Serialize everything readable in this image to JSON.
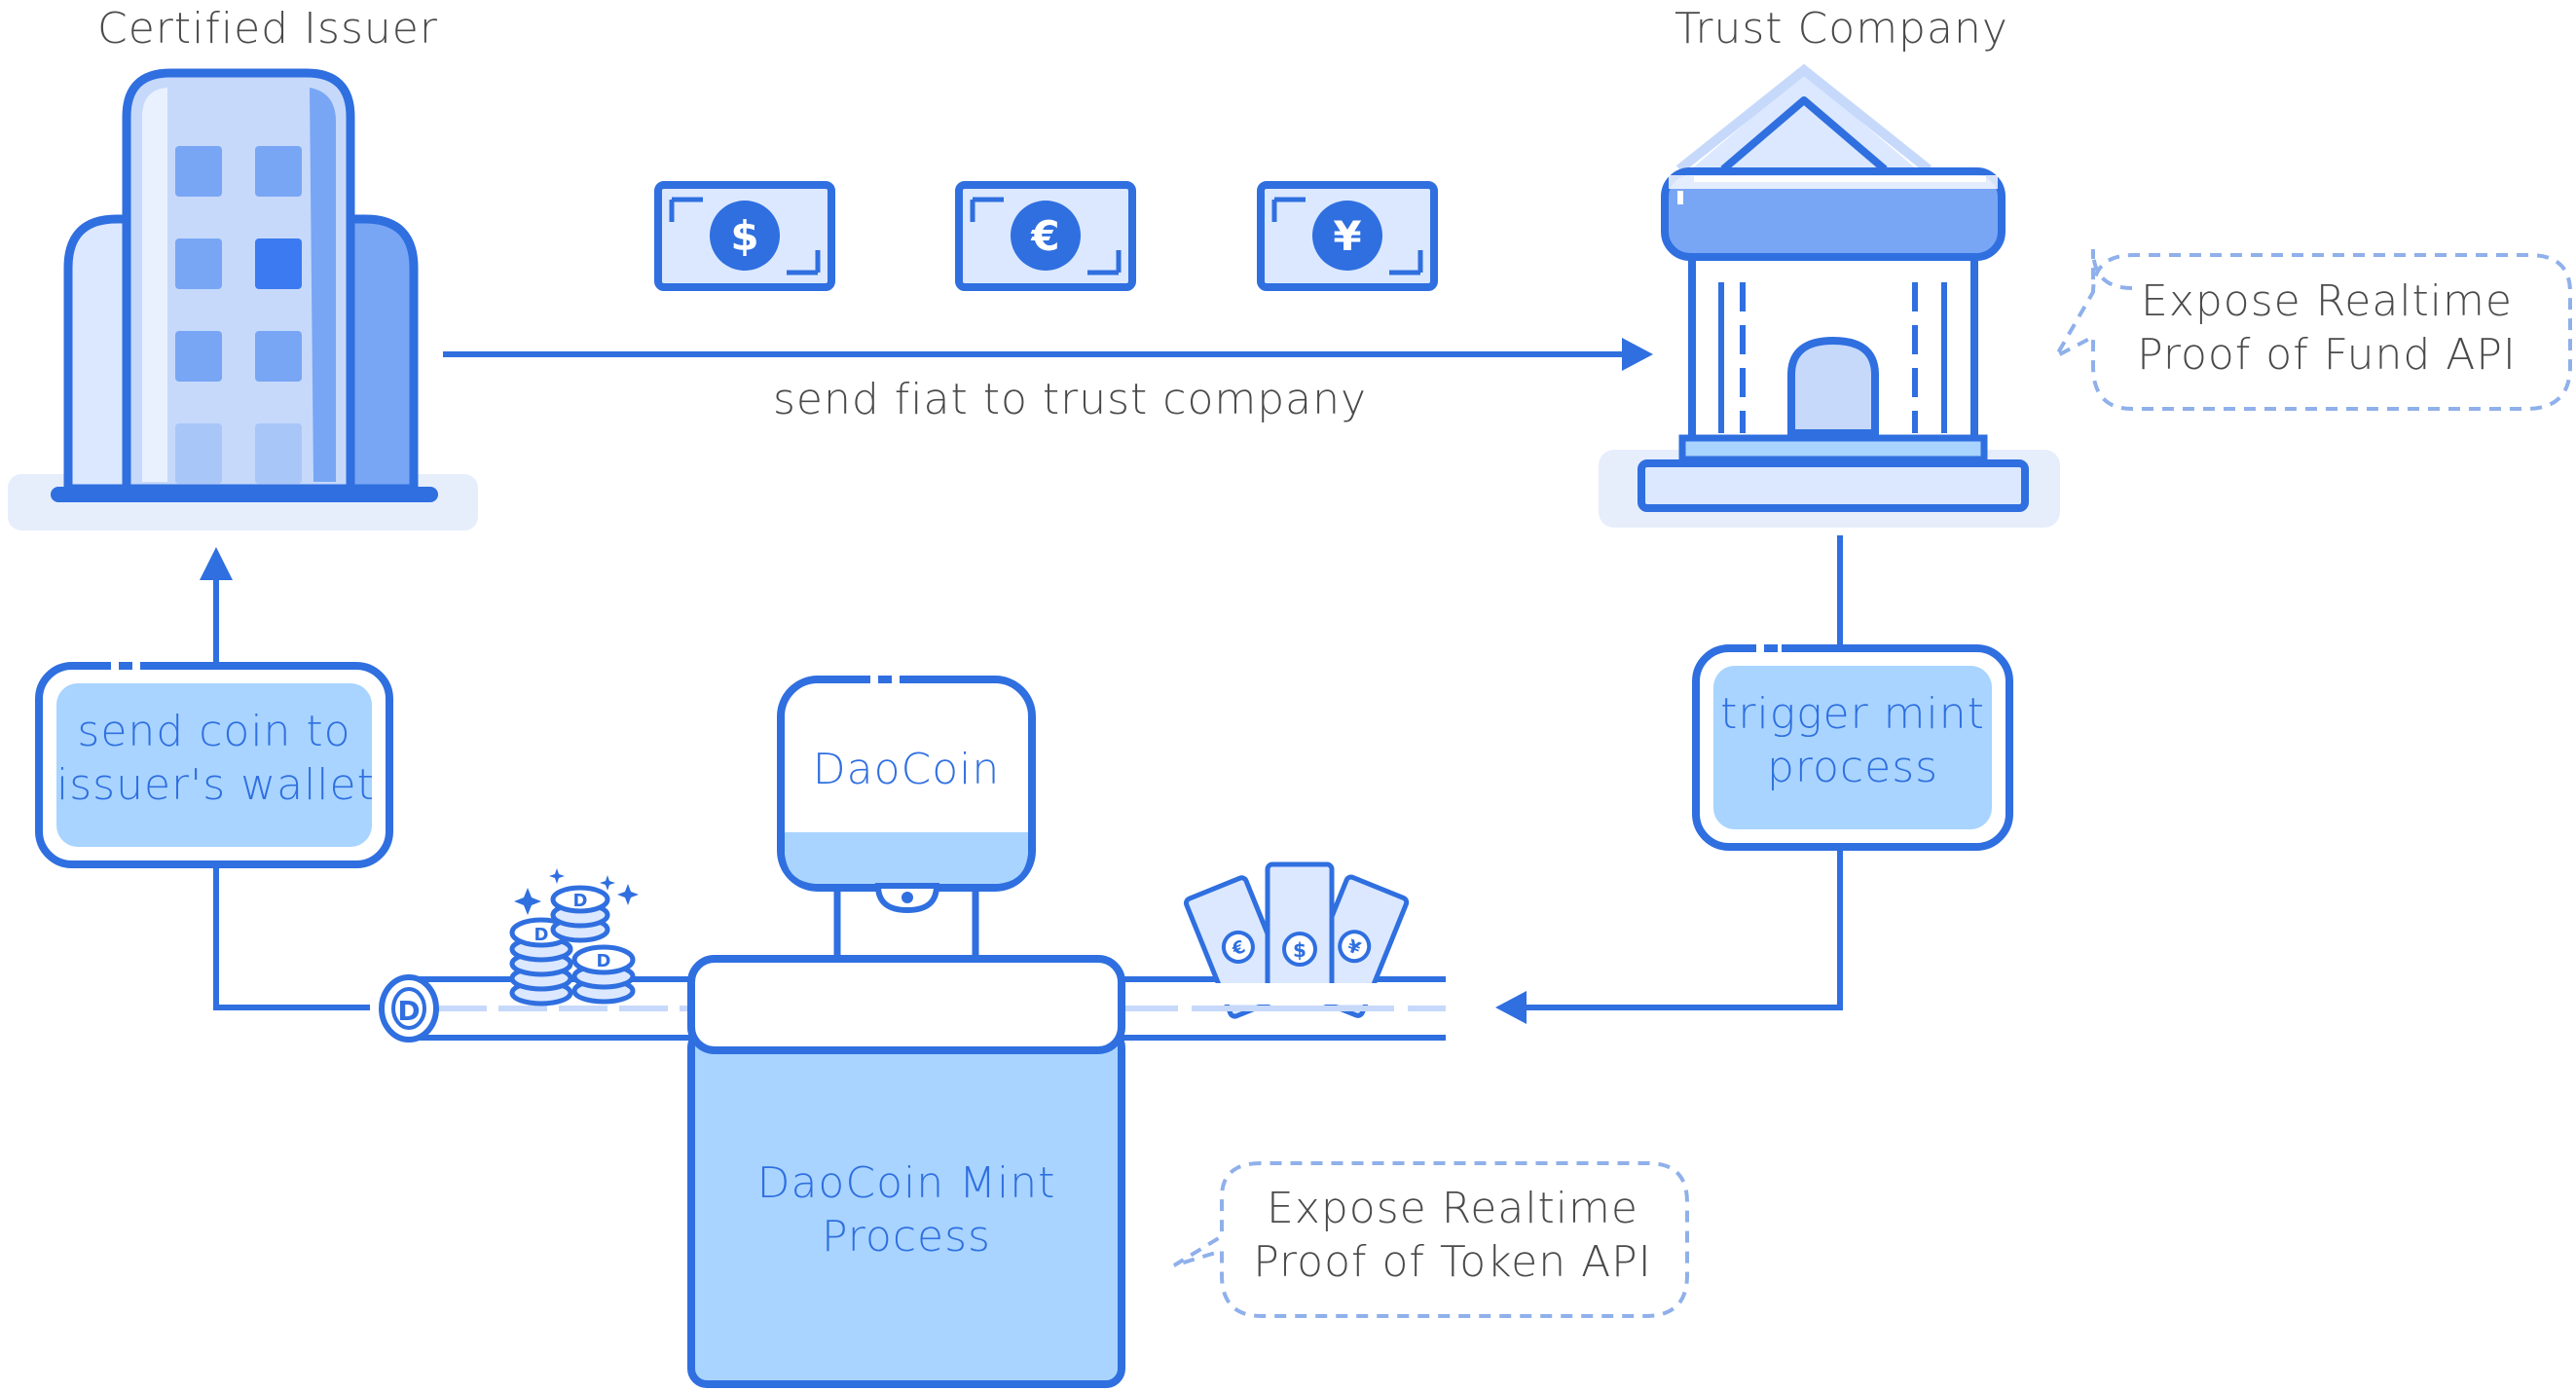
{
  "colors": {
    "stroke": "#2f6fe0",
    "fill_light": "#a8d4ff",
    "fill_pale": "#dbe8ff",
    "fill_mid": "#78a6f5",
    "text_dark": "#4a4a4a",
    "text_blue": "#2f6fe0",
    "dashed": "#8fb0ea"
  },
  "nodes": {
    "issuer": {
      "title": "Certified Issuer"
    },
    "trust": {
      "title": "Trust Company"
    },
    "daocoin_box": {
      "label": "DaoCoin"
    },
    "mint": {
      "line1": "DaoCoin Mint",
      "line2": "Process"
    }
  },
  "edges": {
    "fiat": {
      "label": "send fiat to trust company"
    },
    "send_coin": {
      "line1": "send coin to",
      "line2": "issuer's wallet"
    },
    "trigger": {
      "line1": "trigger mint",
      "line2": "process"
    }
  },
  "callouts": {
    "fund_api": {
      "line1": "Expose Realtime",
      "line2": "Proof of Fund API"
    },
    "token_api": {
      "line1": "Expose Realtime",
      "line2": "Proof of Token API"
    }
  },
  "icons": {
    "bills": [
      "dollar-bill-icon",
      "euro-bill-icon",
      "yen-bill-icon"
    ],
    "bill_symbols": [
      "$",
      "€",
      "¥"
    ],
    "coin_symbol": "D"
  }
}
